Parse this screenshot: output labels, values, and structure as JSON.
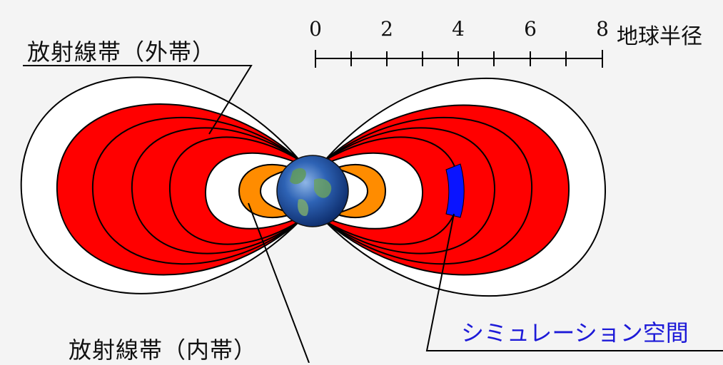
{
  "labels": {
    "outer_belt": "放射線帯（外帯）",
    "inner_belt": "放射線帯（内帯）",
    "simulation_space": "シミュレーション空間"
  },
  "scale": {
    "ticks": [
      "0",
      "2",
      "4",
      "6",
      "8"
    ],
    "unit": "地球半径"
  },
  "colors": {
    "outer_belt": "#ff0000",
    "inner_belt": "#ff8000",
    "simulation_region": "#0a14ff",
    "simulation_label": "#1d1ad8",
    "earth": "#2a62b8"
  }
}
